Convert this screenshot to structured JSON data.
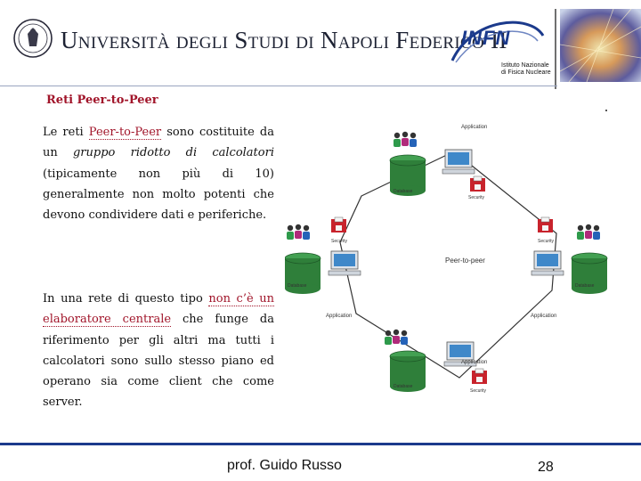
{
  "header": {
    "university": "Università degli Studi di Napoli Federico II",
    "infn_logo": "INFN",
    "infn_subtitle_line1": "Istituto Nazionale",
    "infn_subtitle_line2": "di Fisica Nucleare"
  },
  "slide": {
    "title": "Reti Peer-to-Peer",
    "para1": {
      "t1": "Le reti ",
      "link1": "Peer-to-Peer",
      "t2": " sono costituite da un ",
      "italic1": "gruppo ridotto di calcolatori",
      "t3": " (tipicamente non più di 10) generalmente non molto potenti che devono condividere dati e periferiche."
    },
    "para2": {
      "t1": "In una rete di questo tipo ",
      "link1": "non c’è un elaboratore centrale",
      "t2": " che funge da riferimento per gli altri ma tutti i calcolatori sono sullo stesso piano ed operano sia come client che come server."
    }
  },
  "diagram": {
    "center_label": "Peer-to-peer",
    "labels": {
      "application": "Application",
      "security": "Security",
      "database": "Database"
    }
  },
  "footer": {
    "author": "prof. Guido Russo",
    "page": "28"
  },
  "colors": {
    "title_red": "#a1152a",
    "brand_blue": "#1b3a8c",
    "database_green": "#2f7f3a"
  }
}
